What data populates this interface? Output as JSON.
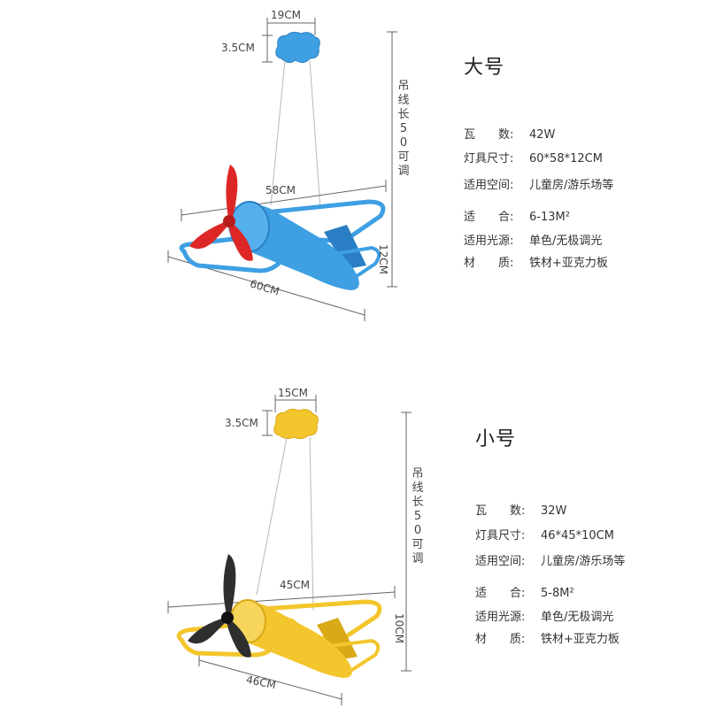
{
  "colors": {
    "blue_body": "#3e9fe3",
    "blue_dark": "#2a7fc4",
    "red_propeller": "#dd2727",
    "yellow_body": "#f4c62d",
    "yellow_dark": "#d9a917",
    "black_propeller": "#2e2e2e",
    "dimension_line": "#666666"
  },
  "large": {
    "canopy_width": "19CM",
    "canopy_height": "3.5CM",
    "cord_length": "吊线长50可调",
    "wing_span": "58CM",
    "height": "12CM",
    "length": "60CM",
    "title": "大号",
    "specs": [
      {
        "key": "瓦　　数:",
        "value": "42W"
      },
      {
        "key": "灯具尺寸:",
        "value": "60*58*12CM"
      },
      {
        "key": "适用空间:",
        "value": "儿童房/游乐场等"
      },
      {
        "key": "适　　合:",
        "value": "6-13M²"
      },
      {
        "key": "适用光源:",
        "value": "单色/无极调光"
      },
      {
        "key": "材　　质:",
        "value": "铁材+亚克力板"
      }
    ]
  },
  "small": {
    "canopy_width": "15CM",
    "canopy_height": "3.5CM",
    "cord_length": "吊线长50可调",
    "wing_span": "45CM",
    "height": "10CM",
    "length": "46CM",
    "title": "小号",
    "specs": [
      {
        "key": "瓦　　数:",
        "value": "32W"
      },
      {
        "key": "灯具尺寸:",
        "value": "46*45*10CM"
      },
      {
        "key": "适用空间:",
        "value": "儿童房/游乐场等"
      },
      {
        "key": "适　　合:",
        "value": "5-8M²"
      },
      {
        "key": "适用光源:",
        "value": "单色/无极调光"
      },
      {
        "key": "材　　质:",
        "value": "铁材+亚克力板"
      }
    ]
  }
}
